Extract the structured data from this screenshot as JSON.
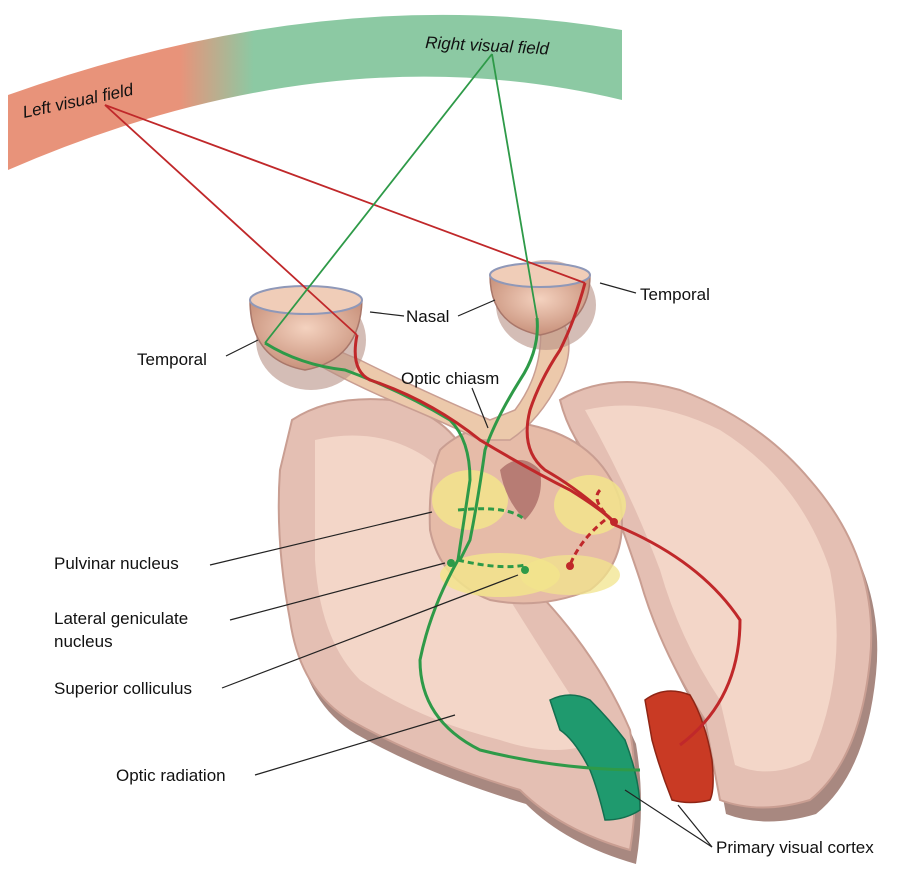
{
  "fields": {
    "left": "Left visual field",
    "right": "Right visual field"
  },
  "labels": {
    "nasal": "Nasal",
    "temporal_left": "Temporal",
    "temporal_right": "Temporal",
    "optic_chiasm": "Optic chiasm",
    "pulvinar": "Pulvinar nucleus",
    "lgn_line1": "Lateral geniculate",
    "lgn_line2": "nucleus",
    "superior_colliculus": "Superior colliculus",
    "optic_radiation": "Optic radiation",
    "primary_visual_cortex": "Primary visual cortex"
  },
  "colors": {
    "left_field": "#e8937a",
    "right_field": "#8cc9a3",
    "left_pathway": "#c0282a",
    "right_pathway": "#2e9a48",
    "brain_tissue": "#e4bfb3",
    "brain_surface": "#f3d6c8",
    "brain_shadow": "#a88880",
    "nuclei": "#f2e48c",
    "cortex_green": "#1f9a6e",
    "cortex_red": "#c93a24"
  }
}
